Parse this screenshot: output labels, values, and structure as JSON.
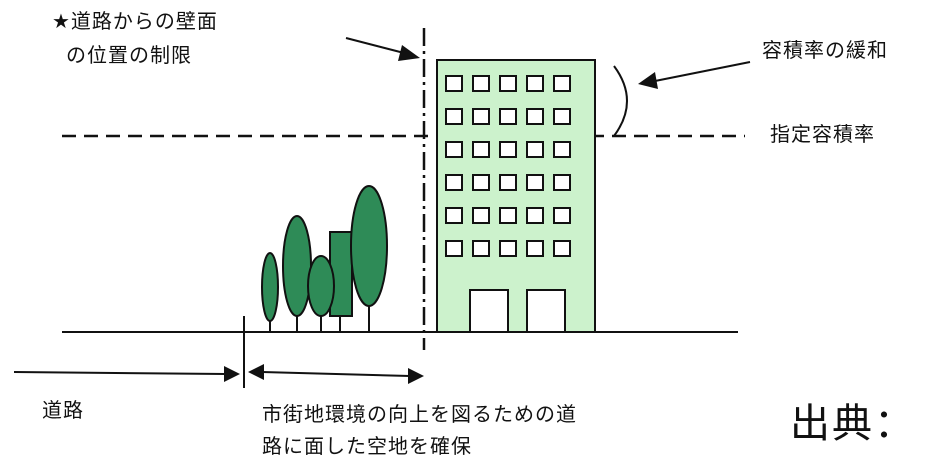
{
  "annotations": {
    "wall_setback_line1": "★道路からの壁面",
    "wall_setback_line2": "の位置の制限",
    "far_relaxation": "容積率の緩和",
    "designated_far": "指定容積率",
    "road": "道路",
    "open_space_line1": "市街地環境の向上を図るための道",
    "open_space_line2": "路に面した空地を確保",
    "source": "出典："
  },
  "colors": {
    "building_fill": "#ccf2cc",
    "tree_fill": "#2e8b57",
    "stroke": "#111111"
  },
  "building": {
    "window_rows": 6,
    "window_cols": 5,
    "door_count": 2
  }
}
